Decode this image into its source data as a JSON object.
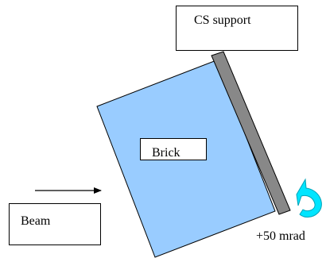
{
  "labels": {
    "cs_support": "CS support",
    "brick": "Brick",
    "beam": "Beam",
    "rotation": "+50 mrad"
  },
  "colors": {
    "brick_fill": "#99ccff",
    "support_fill": "#888888",
    "rotation_arrow": "#00e5ff",
    "outline": "#000000"
  },
  "icons": {
    "beam_direction": "right-arrow",
    "rotation": "curved-counterclockwise-arrow"
  }
}
